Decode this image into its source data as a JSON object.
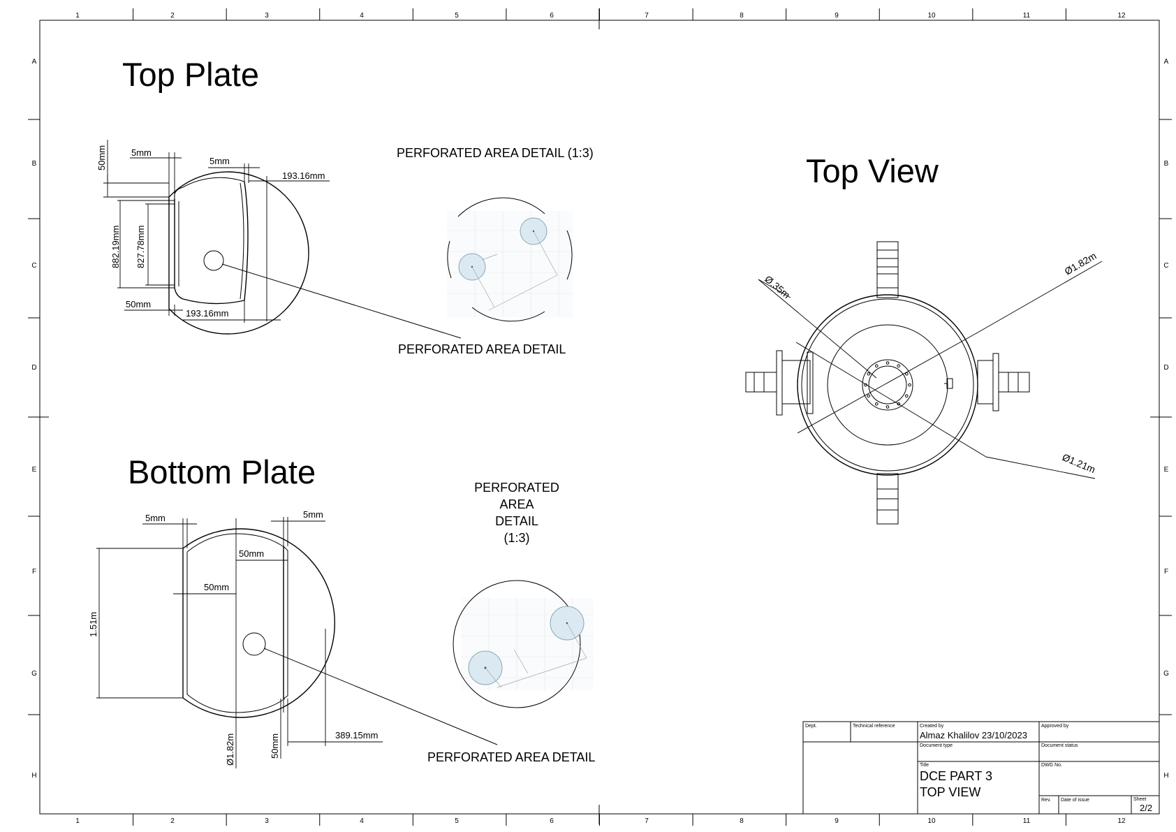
{
  "border": {
    "columns": [
      "1",
      "2",
      "3",
      "4",
      "5",
      "6",
      "7",
      "8",
      "9",
      "10",
      "11",
      "12"
    ],
    "rows": [
      "A",
      "B",
      "C",
      "D",
      "E",
      "F",
      "G",
      "H"
    ]
  },
  "top_plate": {
    "title": "Top Plate",
    "dims": {
      "d50_vert": "50mm",
      "d5_left": "5mm",
      "d5_right": "5mm",
      "d193_top": "193.16mm",
      "d882": "882.19mm",
      "d827": "827.78mm",
      "d50_bottom": "50mm",
      "d193_bottom": "193.16mm"
    },
    "detail_title": "PERFORATED AREA DETAIL (1:3)",
    "detail_label": "PERFORATED AREA DETAIL"
  },
  "bottom_plate": {
    "title": "Bottom Plate",
    "dims": {
      "d5_left": "5mm",
      "d5_right": "5mm",
      "d50_inner_top": "50mm",
      "d50_inner_left": "50mm",
      "d151": "1.51m",
      "d182": "Ø1.82m",
      "d50_bottom": "50mm",
      "d389": "389.15mm"
    },
    "detail_title_lines": [
      "PERFORATED",
      "AREA",
      "DETAIL",
      "(1:3)"
    ],
    "detail_label": "PERFORATED AREA DETAIL"
  },
  "top_view": {
    "title": "Top View",
    "dims": {
      "d035": "Ø.35m",
      "d182": "Ø1.82m",
      "d121": "Ø1.21m"
    }
  },
  "title_block": {
    "dept_label": "Dept.",
    "tech_ref_label": "Technical reference",
    "created_by_label": "Created by",
    "created_by": "Almaz Khalilov  23/10/2023",
    "approved_by_label": "Approved by",
    "doc_type_label": "Document type",
    "doc_status_label": "Document status",
    "title_label": "Title",
    "title_line1": "DCE PART 3",
    "title_line2": "TOP VIEW",
    "dwg_label": "DWG No.",
    "rev_label": "Rev.",
    "date_label": "Date of issue",
    "sheet_label": "Sheet",
    "sheet": "2/2"
  }
}
